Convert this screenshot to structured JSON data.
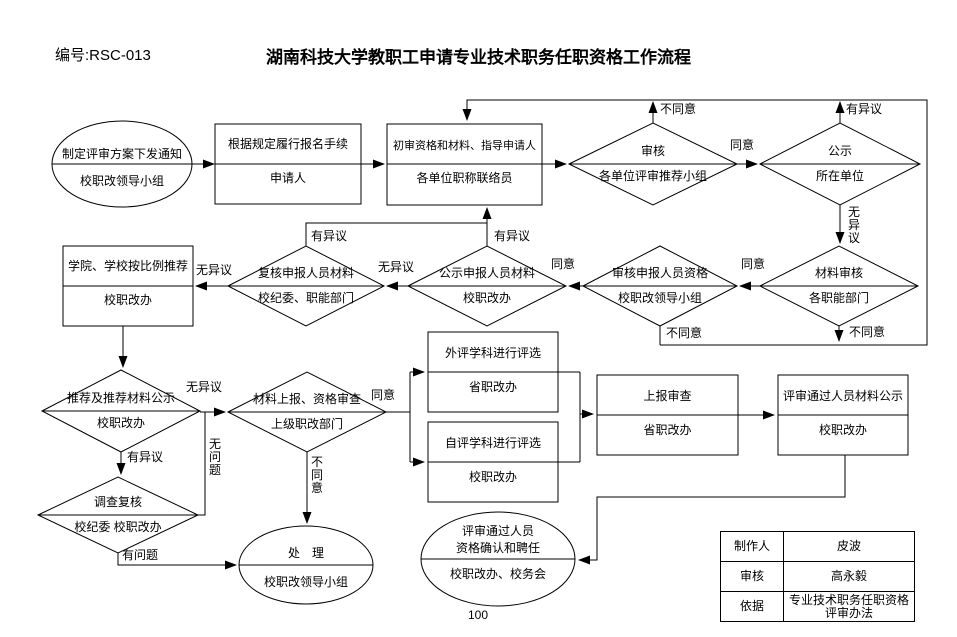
{
  "header": {
    "doc_number": "编号:RSC-013",
    "title": "湖南科技大学教职工申请专业技术职务任职资格工作流程"
  },
  "page_number": "100",
  "nodes": {
    "n1": {
      "shape": "ellipse",
      "top": "制定评审方案下发通知",
      "bottom": "校职改领导小组"
    },
    "n2": {
      "shape": "rect",
      "top": "根据规定履行报名手续",
      "bottom": "申请人"
    },
    "n3": {
      "shape": "rect",
      "top": "初审资格和材料、指导申请人",
      "bottom": "各单位职称联络员"
    },
    "n4": {
      "shape": "diamond",
      "top": "审核",
      "bottom": "各单位评审推荐小组"
    },
    "n5": {
      "shape": "diamond",
      "top": "公示",
      "bottom": "所在单位"
    },
    "n6": {
      "shape": "rect",
      "top": "学院、学校按比例推荐",
      "bottom": "校职改办"
    },
    "n7": {
      "shape": "diamond",
      "top": "复核申报人员材料",
      "bottom": "校纪委、职能部门"
    },
    "n8": {
      "shape": "diamond",
      "top": "公示申报人员材料",
      "bottom": "校职改办"
    },
    "n9": {
      "shape": "diamond",
      "top": "审核申报人员资格",
      "bottom": "校职改领导小组"
    },
    "n10": {
      "shape": "diamond",
      "top": "材料审核",
      "bottom": "各职能部门"
    },
    "n11": {
      "shape": "diamond",
      "top": "推荐及推荐材料公示",
      "bottom": "校职改办"
    },
    "n12": {
      "shape": "diamond",
      "top": "材料上报、资格审查",
      "bottom": "上级职改部门"
    },
    "n13": {
      "shape": "rect",
      "top": "外评学科进行评选",
      "bottom": "省职改办"
    },
    "n14": {
      "shape": "rect",
      "top": "自评学科进行评选",
      "bottom": "校职改办"
    },
    "n15": {
      "shape": "rect",
      "top": "上报审查",
      "bottom": "省职改办"
    },
    "n16": {
      "shape": "rect",
      "top": "评审通过人员材料公示",
      "bottom": "校职改办"
    },
    "n17": {
      "shape": "diamond",
      "top": "调查复核",
      "bottom": "校纪委 校职改办"
    },
    "n18": {
      "shape": "ellipse",
      "top": "处　理",
      "bottom": "校职改领导小组"
    },
    "n19": {
      "shape": "ellipse",
      "top1": "评审通过人员",
      "top2": "资格确认和聘任",
      "bottom": "校职改办、校务会"
    }
  },
  "edge_labels": {
    "e1": "不同意",
    "e2": "有异议",
    "e3": "同意",
    "e4": "无异议",
    "e5": "无异议",
    "e6": "有异议",
    "e7": "无异议",
    "e8": "有异议",
    "e9": "同意",
    "e10": "同意",
    "e11": "不同意",
    "e12": "不同意",
    "e13": "无异议",
    "e14": "有异议",
    "e15": "无问题",
    "e16": "同意",
    "e17": "不同意",
    "e18": "有问题"
  },
  "info_table": {
    "rows": [
      {
        "label": "制作人",
        "value": "皮波"
      },
      {
        "label": "审核",
        "value": "高永毅"
      },
      {
        "label": "依据",
        "value": "专业技术职务任职资格评审办法"
      }
    ]
  },
  "colors": {
    "line": "#000000",
    "background": "#ffffff"
  }
}
